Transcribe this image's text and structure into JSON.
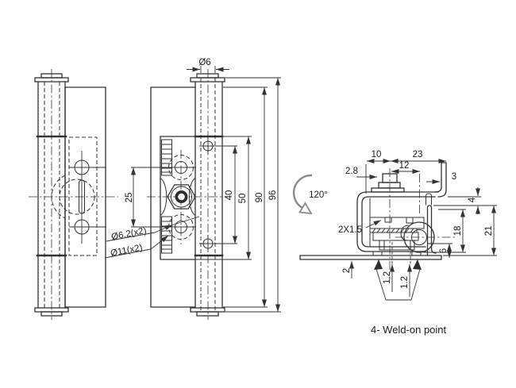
{
  "colors": {
    "line": "#333333",
    "accent_gray": "#8a8a8a",
    "background": "#ffffff"
  },
  "front_view": {
    "dim_pin_diameter": "Ø6",
    "dim_hole_pitch": "25",
    "dim_rivet_pitch": "40",
    "dim_bracket_height": "50",
    "dim_plate_height": "90",
    "dim_overall_height": "96",
    "dim_small_holes": "Ø6.2(x2)",
    "dim_large_holes": "Ø11(x2)"
  },
  "side_view": {
    "dim_wall_to_axis": "10",
    "dim_axis_to_flange": "23",
    "dim_axis_to_axis": "12",
    "dim_offset": "2.8",
    "dim_flange_thickness": "3",
    "dim_gap": "4",
    "dim_height_18": "18",
    "dim_height_21": "21",
    "dim_height_6": "6",
    "dim_base_thickness": "2",
    "dim_weld_a": "1.2",
    "dim_weld_b": "1.2",
    "opening_angle": "120°",
    "slot_spec": "2X1.5"
  },
  "note": {
    "weld": "4- Weld-on point"
  }
}
